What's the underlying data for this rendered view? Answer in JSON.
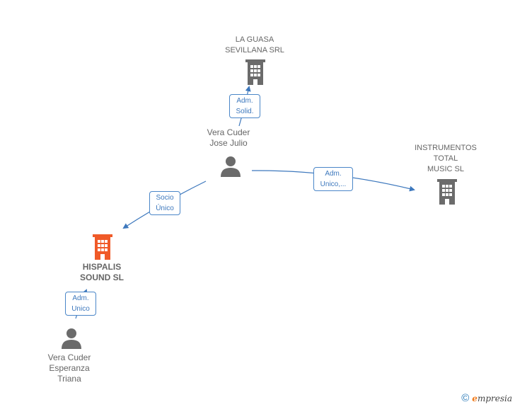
{
  "nodes": {
    "la_guasa": {
      "lines": [
        "LA GUASA",
        "SEVILLANA SRL"
      ],
      "type": "company"
    },
    "instrumentos": {
      "lines": [
        "INSTRUMENTOS",
        "TOTAL",
        "MUSIC  SL"
      ],
      "type": "company"
    },
    "hispalis": {
      "lines": [
        "HISPALIS",
        "SOUND  SL"
      ],
      "type": "company-highlight"
    },
    "vera_jose": {
      "lines": [
        "Vera Cuder",
        "Jose Julio"
      ],
      "type": "person"
    },
    "vera_esperanza": {
      "lines": [
        "Vera Cuder",
        "Esperanza",
        "Triana"
      ],
      "type": "person"
    }
  },
  "edges": {
    "jose_la_guasa": {
      "lines": [
        "Adm.",
        "Solid."
      ]
    },
    "jose_instrumentos": {
      "lines": [
        "Adm.",
        "Unico,..."
      ]
    },
    "jose_hispalis": {
      "lines": [
        "Socio",
        "Único"
      ]
    },
    "esperanza_hispalis": {
      "lines": [
        "Adm.",
        "Unico"
      ]
    }
  },
  "colors": {
    "company": "#6b6b6b",
    "company_highlight": "#f05a28",
    "person": "#6b6b6b",
    "edge": "#3d78bd"
  },
  "footer": {
    "copyright": "©",
    "brand_initial": "e",
    "brand_rest": "mpresia"
  }
}
